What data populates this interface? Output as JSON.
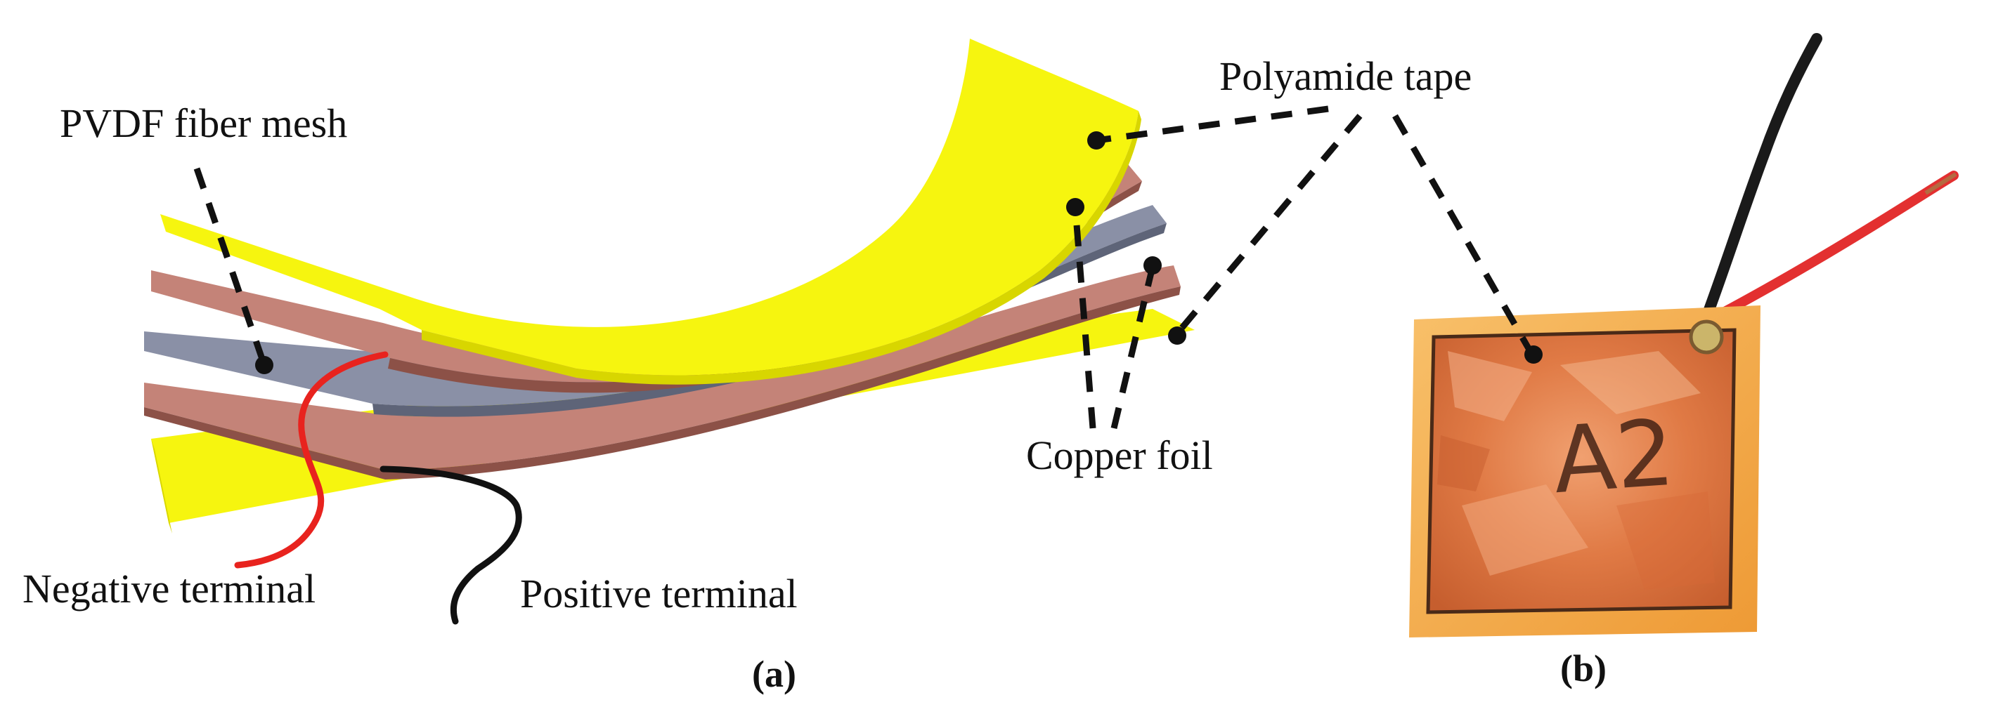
{
  "labels": {
    "pvdf": "PVDF fiber mesh",
    "polyamide": "Polyamide tape",
    "copper": "Copper foil",
    "negative": "Negative terminal",
    "positive": "Positive terminal",
    "photo_mark": "A2"
  },
  "captions": {
    "a": "(a)",
    "b": "(b)"
  },
  "colors": {
    "polyamide_tape": "#f6f50f",
    "copper_foil": "#c48378",
    "pvdf_mesh": "#8a90a6",
    "negative_wire": "#e8231e",
    "positive_wire": "#111111",
    "photo_tape": "#f3a63e",
    "photo_copper": "#e3804b"
  }
}
